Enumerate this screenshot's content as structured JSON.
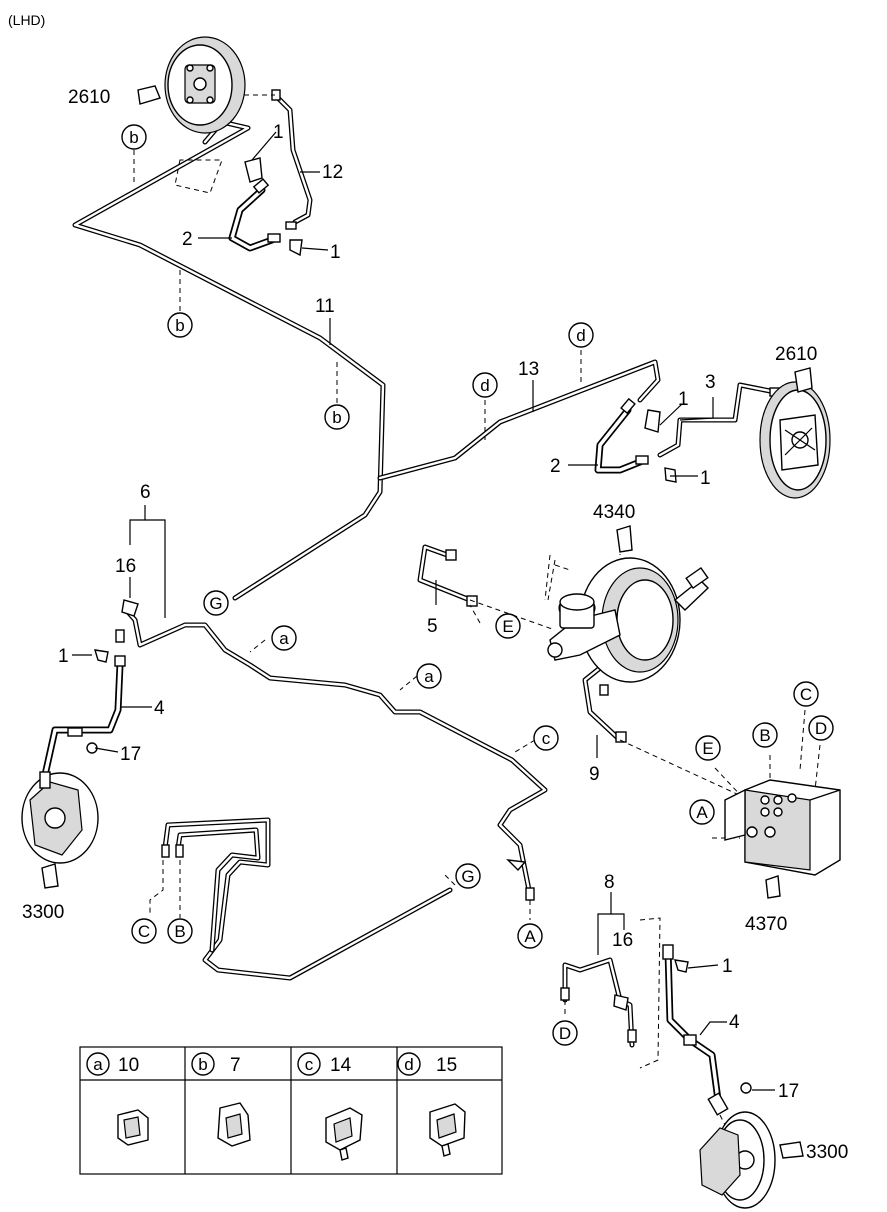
{
  "variant_label": "(LHD)",
  "callouts": {
    "n2610_top": "2610",
    "n1_a": "1",
    "n12": "12",
    "n2_top": "2",
    "n1_b": "1",
    "n11": "11",
    "n13": "13",
    "n2610_right": "2610",
    "n3": "3",
    "n1_c": "1",
    "n2_mid": "2",
    "n1_d": "1",
    "n6": "6",
    "n16_left": "16",
    "n4340": "4340",
    "n5": "5",
    "n1_left": "1",
    "n4_left": "4",
    "n17_left": "17",
    "n9": "9",
    "n3300_left": "3300",
    "n4370": "4370",
    "n8": "8",
    "n16_right": "16",
    "n1_right": "1",
    "n4_right": "4",
    "n17_right": "17",
    "n3300_right": "3300"
  },
  "connectors": {
    "b_top": "b",
    "b_mid": "b",
    "b_low": "b",
    "d_top": "d",
    "d_low": "d",
    "a_upper": "a",
    "a_lower": "a",
    "c_small": "c",
    "G_left": "G",
    "G_low": "G",
    "E_master": "E",
    "C_hcu": "C",
    "B_hcu": "B",
    "D_hcu": "D",
    "E_hcu": "E",
    "A_hcu": "A",
    "C_bottom": "C",
    "B_bottom": "B",
    "A_bottom": "A",
    "D_bottom": "D"
  },
  "legend_table": {
    "cells": [
      {
        "key": "a",
        "number": "10"
      },
      {
        "key": "b",
        "number": "7"
      },
      {
        "key": "c",
        "number": "14"
      },
      {
        "key": "d",
        "number": "15"
      }
    ]
  },
  "icons": [
    "drum-brake-backing-plate-icon",
    "brake-disc-rotor-icon",
    "brake-booster-icon",
    "abs-hydraulic-unit-icon",
    "brake-hose-icon",
    "pipe-clip-icon"
  ]
}
